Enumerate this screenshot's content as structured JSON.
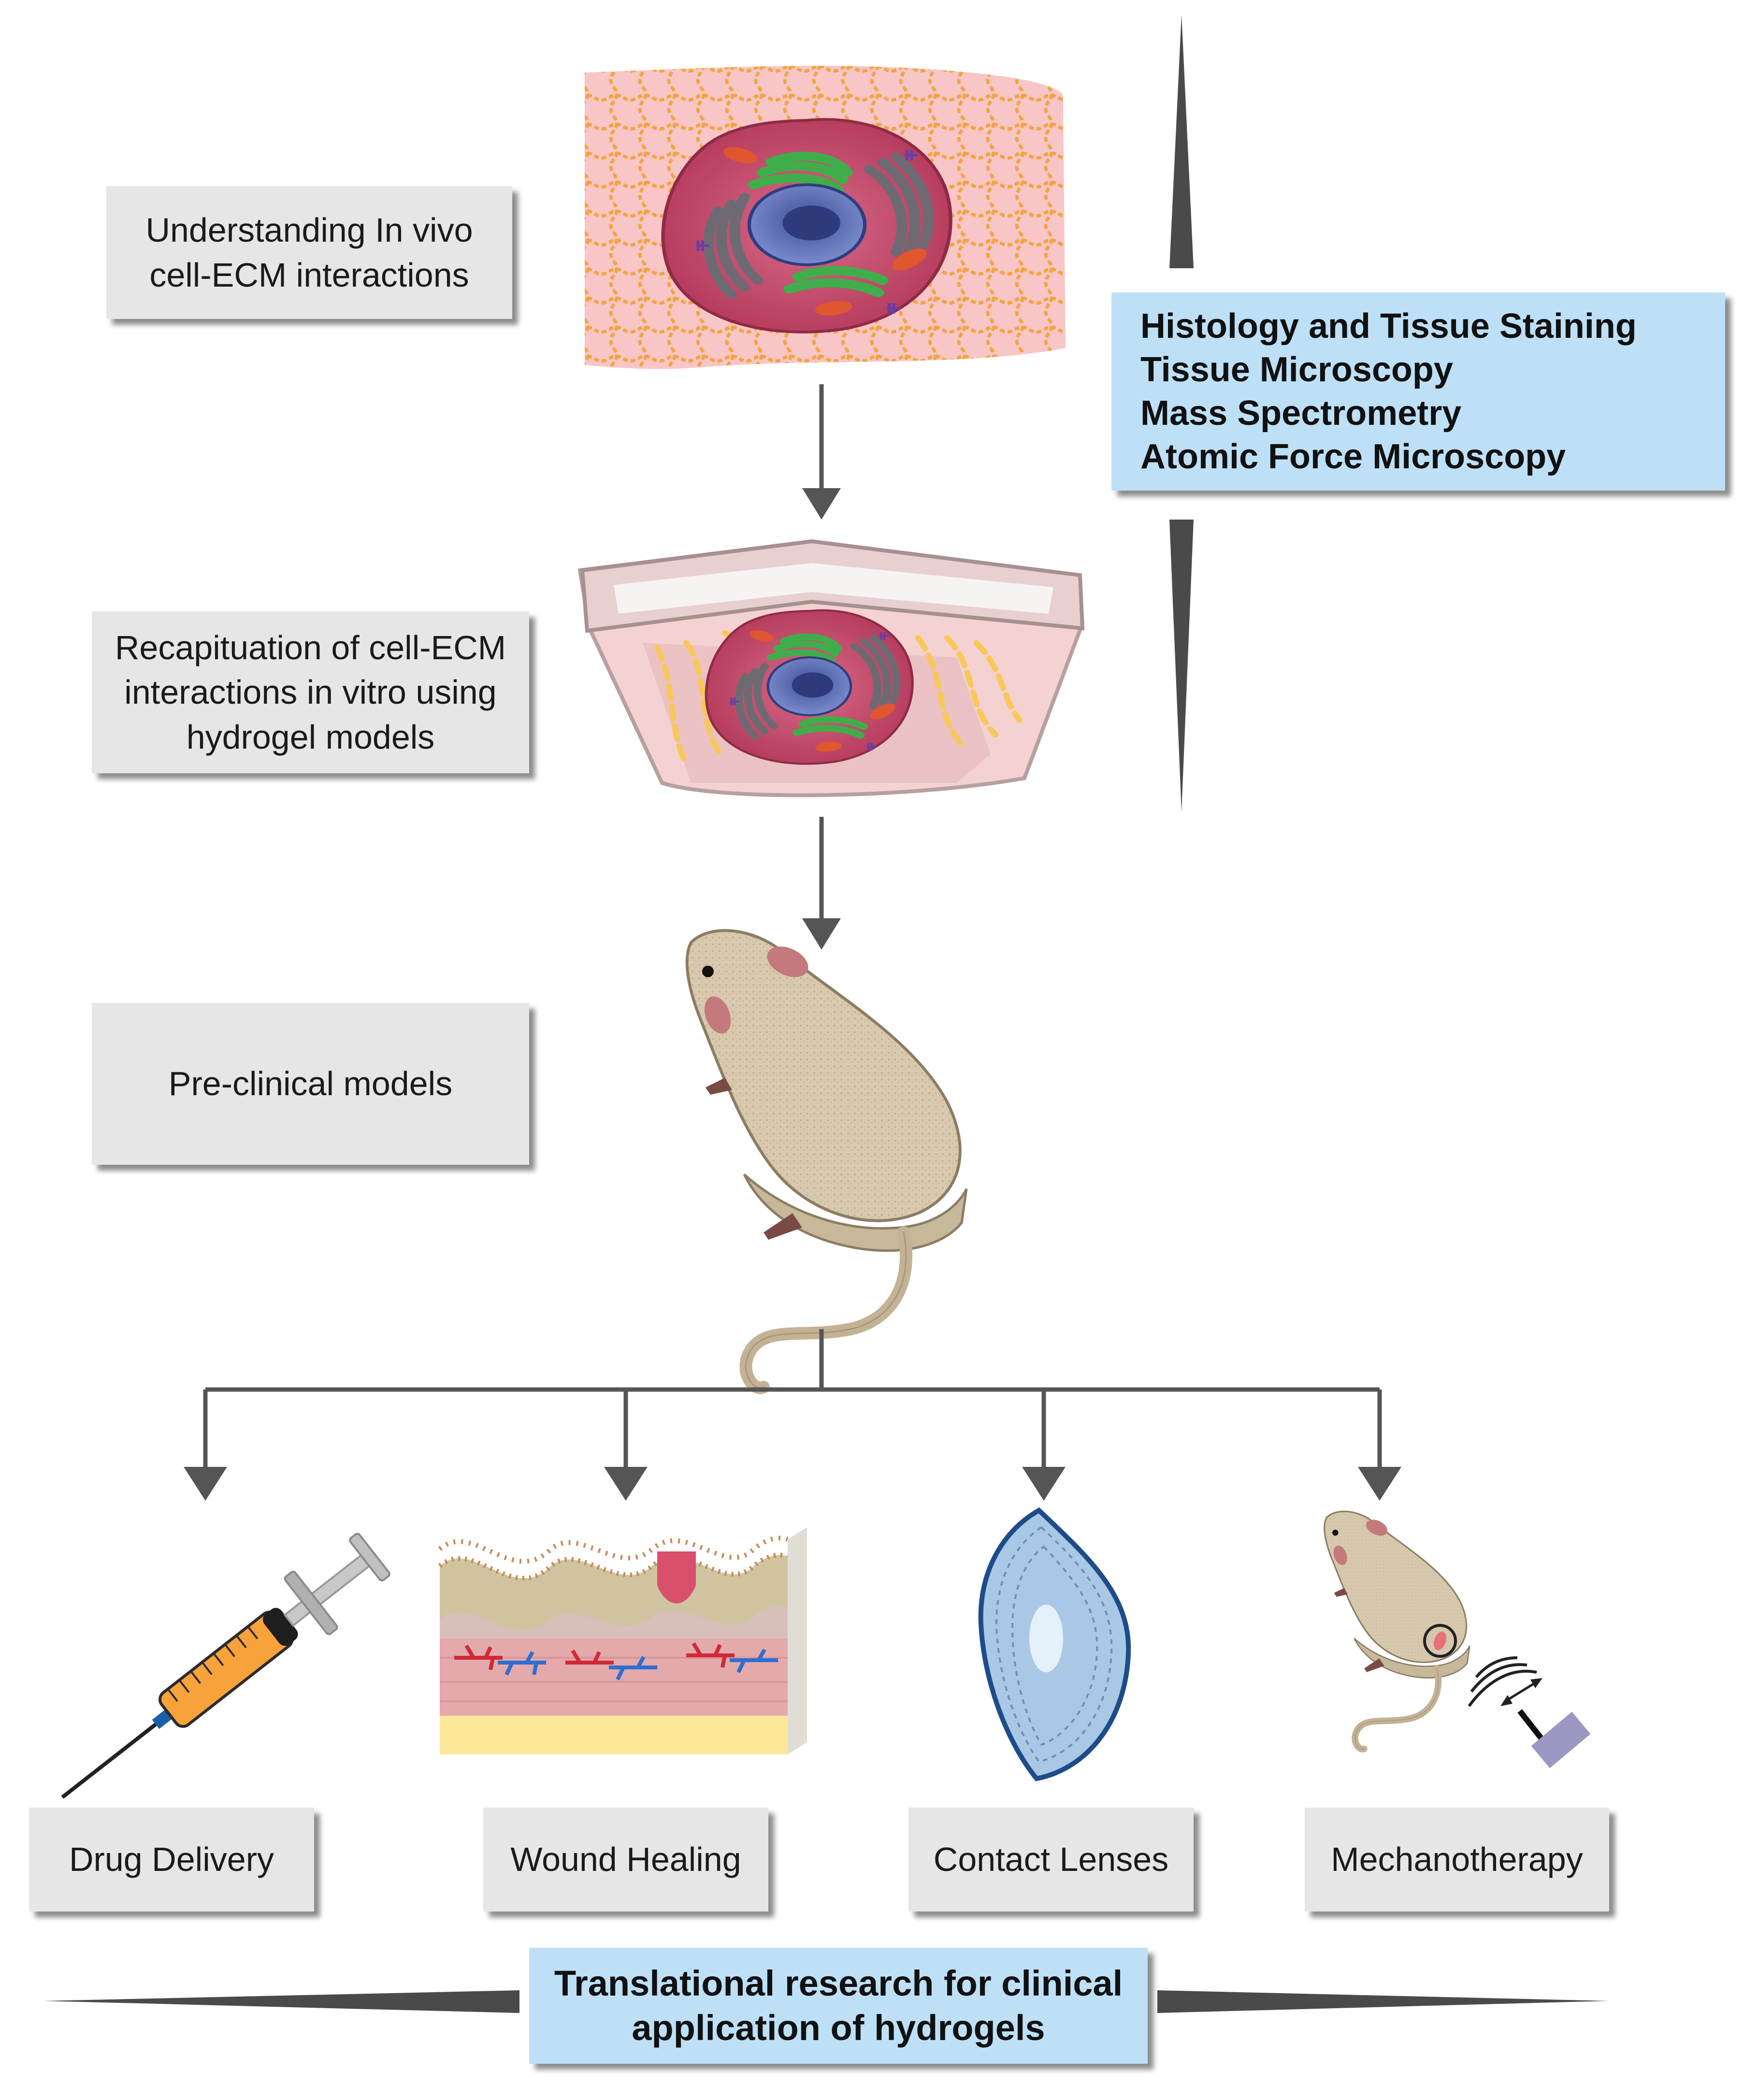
{
  "steps": {
    "in_vivo": "Understanding In vivo\ncell-ECM interactions",
    "in_vitro": "Recapituation of cell-ECM\ninteractions in vitro using\nhydrogel models",
    "preclinical": "Pre-clinical models"
  },
  "methods": {
    "items": [
      "Histology and Tissue Staining",
      "Tissue Microscopy",
      "Mass Spectrometry",
      "Atomic Force Microscopy"
    ]
  },
  "applications": [
    "Drug Delivery",
    "Wound Healing",
    "Contact Lenses",
    "Mechanotherapy"
  ],
  "translational": {
    "line1": "Translational research for clinical",
    "line2": "application of hydrogels"
  },
  "colors": {
    "box_gray": "#e6e6e6",
    "box_blue": "#bde0f7",
    "arrow": "#555555",
    "tissue_pink": "#f8c6c6",
    "fiber_orange": "#f2a444",
    "cell_body": "#c74a6a",
    "nucleus": "#5b6fb0",
    "mouse_fur": "#d6c7ad"
  },
  "icons": [
    "cell-in-tissue",
    "cell-in-hydrogel-dish",
    "mouse",
    "syringe",
    "skin-wound",
    "contact-lens",
    "mouse-mechanotherapy"
  ]
}
